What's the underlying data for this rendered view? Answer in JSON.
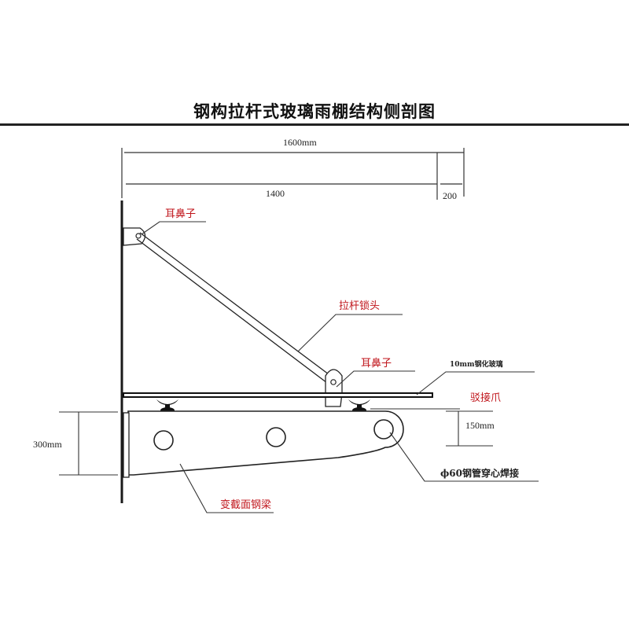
{
  "title": "钢构拉杆式玻璃雨棚结构侧剖图",
  "dimensions": {
    "overall": "1600mm",
    "span": "1400",
    "overhang": "200",
    "beam_height": "300mm",
    "tip_height": "150mm"
  },
  "labels": {
    "ear_top": "耳鼻子",
    "rod_lock": "拉杆锁头",
    "ear_bottom": "耳鼻子",
    "glass": "10mm钢化玻璃",
    "spider": "驳接爪",
    "pipe": "ϕ60钢管穿心焊接",
    "beam": "变截面钢梁"
  },
  "colors": {
    "line": "#222222",
    "red_label": "#c0151b",
    "background": "#ffffff"
  }
}
